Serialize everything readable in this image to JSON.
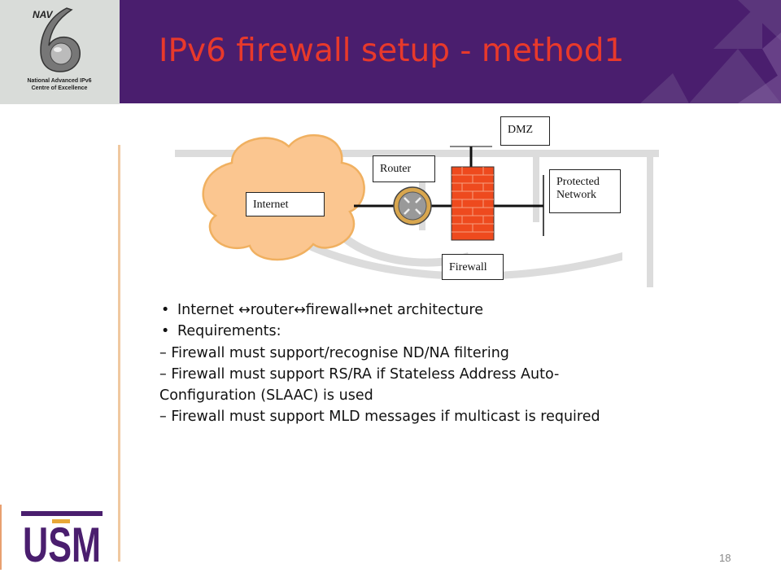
{
  "header": {
    "title": "IPv6 firewall setup - method1",
    "logo_text": [
      "NAV",
      "National Advanced IPv6",
      "Centre of Excellence"
    ]
  },
  "diagram": {
    "internet_label": "Internet",
    "router_label": "Router",
    "dmz_label": "DMZ",
    "protected_label_line1": "Protected",
    "protected_label_line2": "Network",
    "firewall_label": "Firewall"
  },
  "content": {
    "bullet1": "Internet ↔router↔firewall↔net architecture",
    "bullet2": "Requirements:",
    "dash1": "– Firewall must support/recognise ND/NA filtering",
    "dash2": "– Firewall must support RS/RA if Stateless Address Auto-Configuration (SLAAC) is used",
    "dash3": "– Firewall must support MLD messages if multicast is required"
  },
  "footer": {
    "usm_logo_text": "USM",
    "page_number": "18"
  },
  "colors": {
    "header_bg": "#4a1e6e",
    "title": "#e8392b",
    "cloud": "#fbc690",
    "firewall": "#ee4a1e"
  }
}
